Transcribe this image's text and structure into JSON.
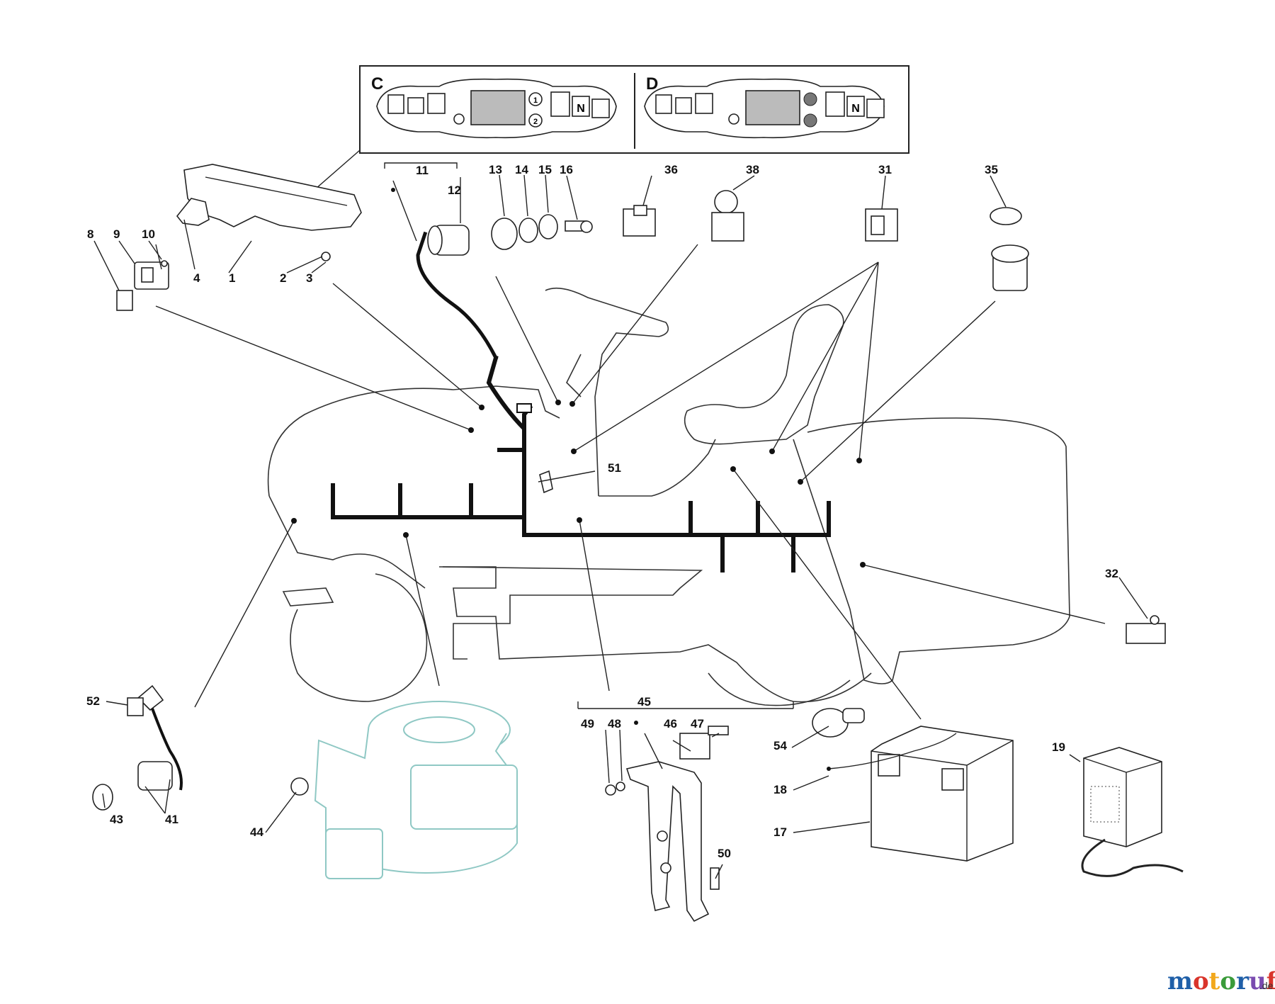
{
  "panels": [
    {
      "letter": "C",
      "badge_1": "1",
      "badge_2": "2",
      "neutral": "N"
    },
    {
      "letter": "D",
      "badge_1": "",
      "badge_2": "",
      "neutral": "N"
    }
  ],
  "callouts": [
    "1",
    "2",
    "3",
    "4",
    "8",
    "9",
    "10",
    "11",
    "12",
    "13",
    "14",
    "15",
    "16",
    "17",
    "18",
    "19",
    "31",
    "32",
    "35",
    "36",
    "38",
    "41",
    "43",
    "44",
    "45",
    "46",
    "47",
    "48",
    "49",
    "50",
    "51",
    "52",
    "54"
  ],
  "watermark": {
    "text": "motoruf",
    "suffix": ".de",
    "colors": [
      "#1f5fa8",
      "#d9342b",
      "#f2a81d",
      "#3a9b3a",
      "#1f5fa8",
      "#7a4bb0",
      "#d9342b"
    ]
  }
}
